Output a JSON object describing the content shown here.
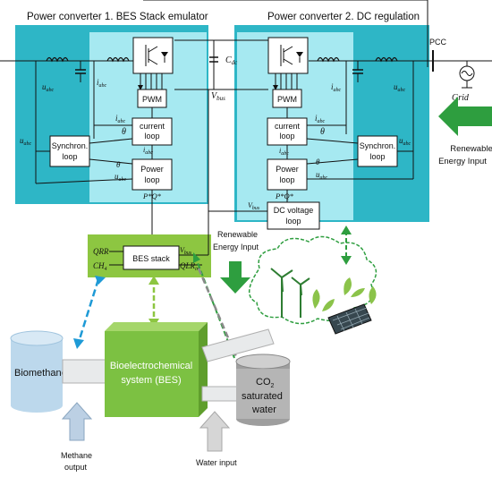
{
  "titles": {
    "converter1": "Power converter 1. BES Stack emulator",
    "converter2": "Power converter 2. DC regulation",
    "pcc": "PCC",
    "grid": "Grid"
  },
  "blocks": {
    "pwm": "PWM",
    "current_loop_line1": "current",
    "current_loop_line2": "loop",
    "power_loop_line1": "Power",
    "power_loop_line2": "loop",
    "synchron_line1": "Synchron.",
    "synchron_line2": "loop",
    "dc_voltage_line1": "DC voltage",
    "dc_voltage_line2": "loop",
    "bes_stack": "BES stack",
    "bes_system_line1": "Bioelectrochemical",
    "bes_system_line2": "system (BES)",
    "biomethane": "Biomethane",
    "co2_line1": "CO",
    "co2_sub": "2",
    "co2_line2": "saturated",
    "co2_line3": "water"
  },
  "signals": {
    "uabc": "u",
    "uabc_sub": "abc",
    "iabc": "i",
    "iabc_sub": "abc",
    "theta": "θ",
    "pq_ref": "P*Q*",
    "vbus": "V",
    "vbus_sub": "bus",
    "cdc": "C",
    "cdc_sub": "dc",
    "qrr": "QRR",
    "ch4": "CH",
    "ch4_sub": "4",
    "qlr": "QLR",
    "qlr_sub": "in"
  },
  "labels": {
    "renewable_right_line1": "Renewable",
    "renewable_right_line2": "Energy Input",
    "renewable_mid_line1": "Renewable",
    "renewable_mid_line2": "Energy Input",
    "methane_line1": "Methane",
    "methane_line2": "output",
    "water_input": "Water input"
  },
  "colors": {
    "teal_dark": "#2eb6c6",
    "teal_light": "#6dd6e4",
    "teal_inner": "#9de6ef",
    "green_box": "#8dc641",
    "green_block": "#7cc142",
    "green_arrow": "#2e9e3f",
    "blue_dash": "#1e9ad6",
    "gray_arrow": "#8a8a8a",
    "light_blue": "#bcd8ec"
  }
}
